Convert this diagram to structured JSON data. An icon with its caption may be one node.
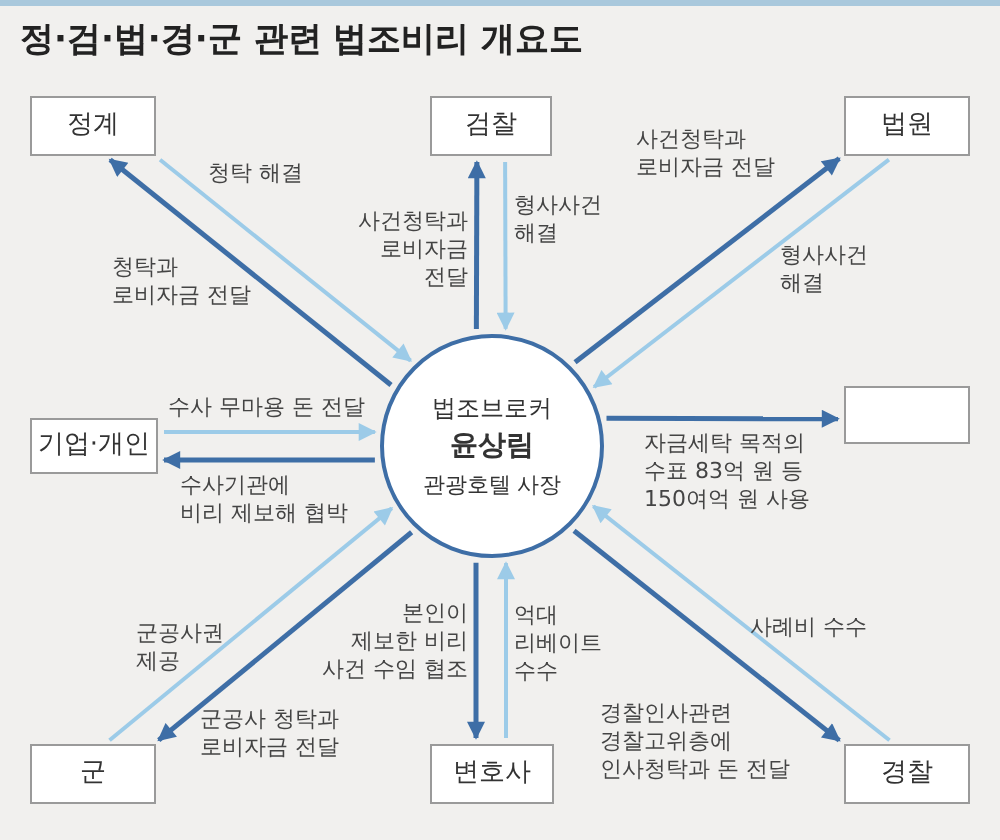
{
  "diagram": {
    "title": "정·검·법·경·군 관련 법조비리 개요도",
    "nodes": [
      {
        "text": [
          "정계"
        ]
      },
      {
        "text": [
          "검찰"
        ]
      },
      {
        "text": [
          "법원"
        ]
      },
      {
        "text": [
          "법조브로커",
          "윤상림",
          "관광호텔 사장"
        ]
      },
      {
        "text": [
          "기업·개인"
        ]
      },
      {
        "text": [],
        "shape": "box"
      },
      {
        "text": [
          "군"
        ]
      },
      {
        "text": [
          "변호사"
        ]
      },
      {
        "text": [
          "경찰"
        ]
      }
    ],
    "edges": [
      {
        "from": 3,
        "to": 0,
        "arrow": "to",
        "label": "청탁과 로비자금 전달"
      },
      {
        "from": 0,
        "to": 3,
        "arrow": "to",
        "label": "청탁 해결",
        "color": "#9ccbe8"
      },
      {
        "from": 3,
        "to": 1,
        "arrow": "to",
        "label": "사건청탁과 로비자금 전달"
      },
      {
        "from": 1,
        "to": 3,
        "arrow": "to",
        "label": "형사사건 해결",
        "color": "#9ccbe8"
      },
      {
        "from": 3,
        "to": 2,
        "arrow": "to",
        "label": "사건청탁과 로비자금 전달"
      },
      {
        "from": 2,
        "to": 3,
        "arrow": "to",
        "label": "형사사건 해결",
        "color": "#9ccbe8"
      },
      {
        "from": 4,
        "to": 3,
        "arrow": "to",
        "label": "수사 무마용 돈 전달",
        "color": "#9ccbe8"
      },
      {
        "from": 3,
        "to": 4,
        "arrow": "to",
        "label": "수사기관에 비리 제보해 협박"
      },
      {
        "from": 3,
        "to": 5,
        "arrow": "to",
        "label": "자금세탁 목적의 수표 83억 원 등 150여억 원 사용"
      },
      {
        "from": 6,
        "to": 3,
        "arrow": "to",
        "label": "군공사권 제공",
        "color": "#9ccbe8"
      },
      {
        "from": 3,
        "to": 6,
        "arrow": "to",
        "label": "군공사 청탁과 로비자금 전달"
      },
      {
        "from": 3,
        "to": 7,
        "arrow": "to",
        "label": "본인이 제보한 비리 사건 수임 협조"
      },
      {
        "from": 7,
        "to": 3,
        "arrow": "to",
        "label": "억대 리베이트 수수",
        "color": "#9ccbe8"
      },
      {
        "from": 3,
        "to": 8,
        "arrow": "to",
        "label": "경찰인사관련 경찰고위층에 인사청탁과 돈 전달"
      },
      {
        "from": 8,
        "to": 3,
        "arrow": "to",
        "label": "사례비 수수",
        "color": "#9ccbe8"
      }
    ]
  }
}
